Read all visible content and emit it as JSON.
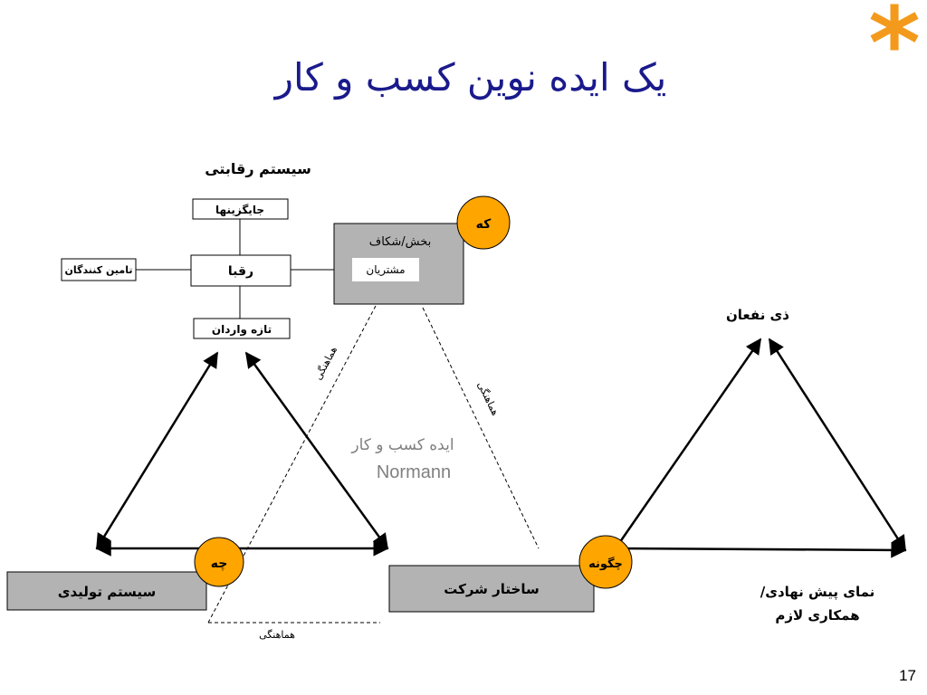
{
  "slide": {
    "title": "یک ایده نوین کسب و کار",
    "page_number": "17",
    "asterisk": "*"
  },
  "competitive": {
    "heading": "سیستم رقابتی",
    "substitutes": "جایگزینها",
    "rivals": "رقبا",
    "suppliers": "تامین کنندگان",
    "new_entrants": "تازه واردان"
  },
  "segment": {
    "label": "بخش/شکاف",
    "customers": "مشتریان"
  },
  "circles": {
    "who": "که",
    "what": "چه",
    "how": "چگونه"
  },
  "boxes": {
    "production": "سیستم تولیدی",
    "company_structure": "ساختار شرکت"
  },
  "labels": {
    "stakeholders": "ذی نفعان",
    "image_line1": "نمای پیش نهادی/",
    "image_line2": "همکاری لازم",
    "harmony_left": "هماهنگی",
    "harmony_right": "هماهنگی",
    "harmony_bottom": "هماهنگی",
    "business_idea": "ایده کسب و کار",
    "author": "Normann"
  },
  "colors": {
    "title": "#1a1a8c",
    "asterisk": "#f39a1c",
    "circle_fill": "#ffa500",
    "box_fill": "#b3b3b3",
    "idea_text": "#808080"
  }
}
